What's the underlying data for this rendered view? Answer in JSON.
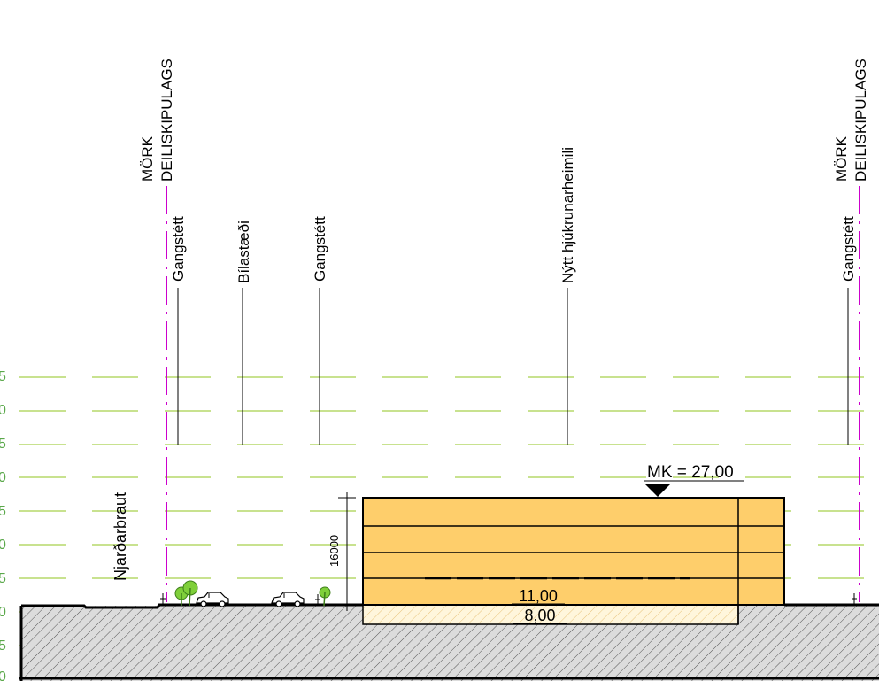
{
  "labels": {
    "boundary_left": [
      "MÖRK",
      "DEILISKIPULAGS"
    ],
    "boundary_right": [
      "MÖRK",
      "DEILISKIPULAGS"
    ],
    "gangstett_1": "Gangstétt",
    "bilastaedi": "Bílastæði",
    "gangstett_2": "Gangstétt",
    "building": "Nýtt hjúkrunarheimili",
    "gangstett_3": "Gangstétt",
    "road": "Njarðarbraut",
    "dimension": "16000",
    "mk": "MK = 27,00",
    "level_upper": "11,00",
    "level_lower": "8,00"
  },
  "grid_labels": [
    "5",
    "0",
    "5",
    "0",
    "5",
    "0",
    "5",
    "0",
    "5",
    "0"
  ],
  "colors": {
    "building_fill": "#fece6b",
    "grid_line": "#b5d96a",
    "boundary_line": "#cc00cc",
    "ground_fill": "#d9d9d9",
    "tree": "#7fcf3a"
  },
  "icons": [
    "car-icon",
    "car-icon",
    "tree-icon",
    "tree-icon",
    "person-icon"
  ]
}
